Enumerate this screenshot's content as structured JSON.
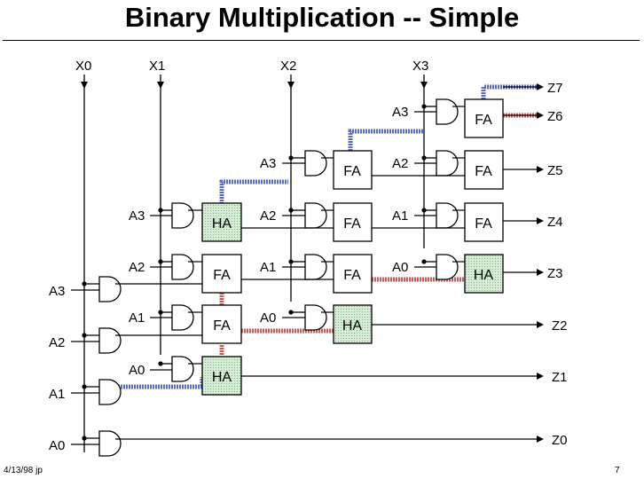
{
  "title": "Binary Multiplication -- Simple",
  "footer": {
    "date": "4/13/98 jp",
    "page": "7"
  },
  "inputs_x": [
    "X0",
    "X1",
    "X2",
    "X3"
  ],
  "outputs_z": [
    "Z7",
    "Z6",
    "Z5",
    "Z4",
    "Z3",
    "Z2",
    "Z1",
    "Z0"
  ],
  "a_labels": {
    "A3": "A3",
    "A2": "A2",
    "A1": "A1",
    "A0": "A0"
  },
  "blocks": {
    "full_adder": "FA",
    "half_adder": "HA"
  },
  "colors": {
    "half_adder_fill": "#cfe8cf",
    "carry_blue": "#5b6cc8",
    "carry_red": "#c85b5b"
  }
}
